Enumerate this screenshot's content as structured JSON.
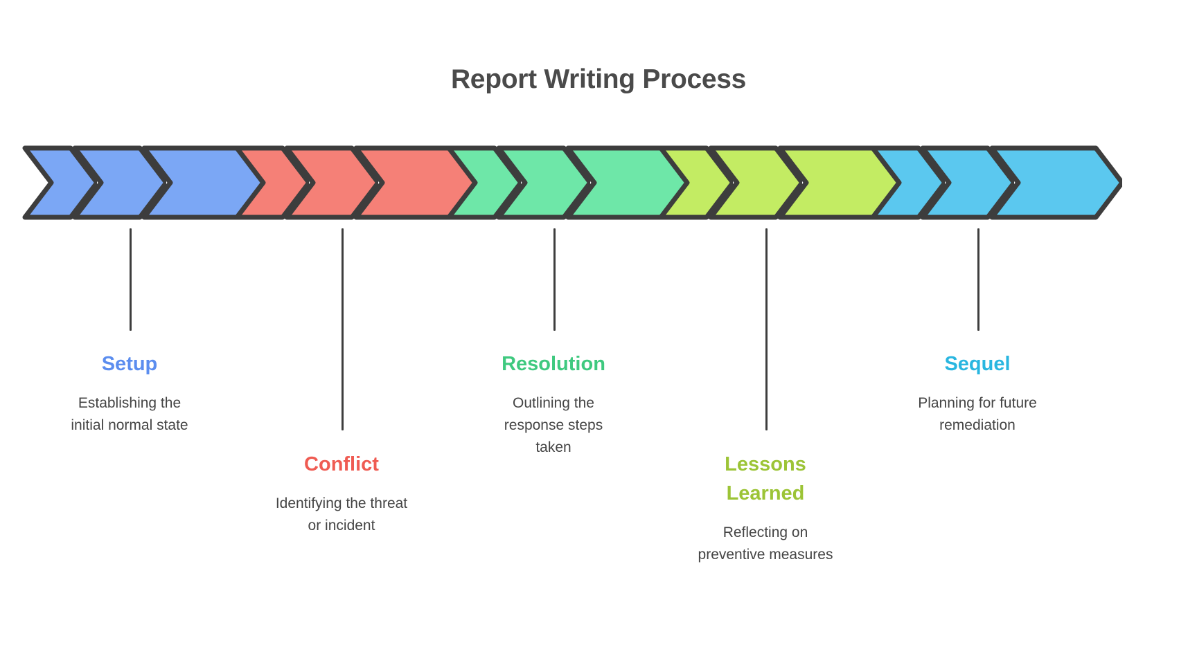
{
  "chart_data": {
    "type": "diagram",
    "diagram_kind": "chevron-process-flow",
    "title": "Report Writing Process",
    "title_color": "#4a4a4a",
    "background": "#ffffff",
    "outline_color": "#3d3d3d",
    "connector_color": "#3d3d3d",
    "description_color": "#444444",
    "stage_count": 5,
    "chevrons_per_stage": 3,
    "categories": [
      "Setup",
      "Conflict",
      "Resolution",
      "Lessons Learned",
      "Sequel"
    ],
    "descriptions": [
      "Establishing the initial normal state",
      "Identifying the threat or incident",
      "Outlining the response steps taken",
      "Reflecting on preventive measures",
      "Planning for future remediation"
    ],
    "colors": [
      "#7BA7F5",
      "#F58077",
      "#6EE7A8",
      "#C3EC63",
      "#5BC8EF"
    ]
  },
  "header": {
    "title": "Report Writing Process"
  },
  "stages": [
    {
      "id": "setup",
      "title": "Setup",
      "desc": "Establishing the\ninitial normal state",
      "color": "#5B8DEF",
      "chevron_color": "#7BA7F5",
      "position": "top",
      "connector_height": 148
    },
    {
      "id": "conflict",
      "title": "Conflict",
      "desc": "Identifying the threat\nor incident",
      "color": "#EF5B52",
      "chevron_color": "#F58077",
      "position": "bottom",
      "connector_height": 292
    },
    {
      "id": "resolution",
      "title": "Resolution",
      "desc": "Outlining the\nresponse steps\ntaken",
      "color": "#3FC97F",
      "chevron_color": "#6EE7A8",
      "position": "top",
      "connector_height": 148
    },
    {
      "id": "lessons-learned",
      "title": "Lessons\nLearned",
      "desc": "Reflecting on\npreventive measures",
      "color": "#9CC436",
      "chevron_color": "#C3EC63",
      "position": "bottom",
      "connector_height": 292
    },
    {
      "id": "sequel",
      "title": "Sequel",
      "desc": "Planning for future\nremediation",
      "color": "#29B6E0",
      "chevron_color": "#5BC8EF",
      "position": "top",
      "connector_height": 148
    }
  ]
}
